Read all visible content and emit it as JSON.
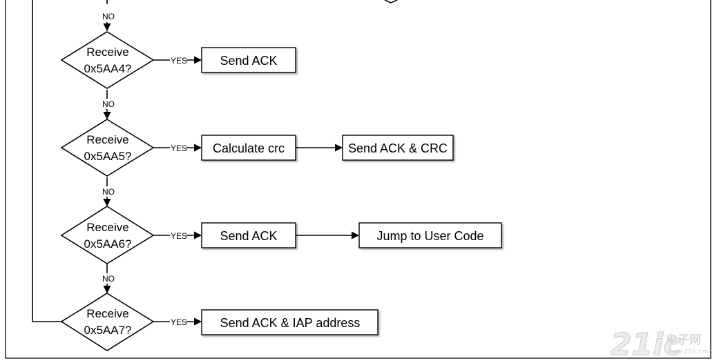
{
  "decisions": [
    {
      "line1": "Receive",
      "line2": "0x5AA4?"
    },
    {
      "line1": "Receive",
      "line2": "0x5AA5?"
    },
    {
      "line1": "Receive",
      "line2": "0x5AA6?"
    },
    {
      "line1": "Receive",
      "line2": "0x5AA7?"
    }
  ],
  "edge_labels": {
    "yes": "YES",
    "no": "NO"
  },
  "boxes": {
    "send_ack_1": "Send ACK",
    "calc_crc": "Calculate crc",
    "send_ack_crc": "Send ACK & CRC",
    "send_ack_3": "Send ACK",
    "jump_user_code": "Jump to User Code",
    "send_ack_iap": "Send ACK & IAP address"
  },
  "watermark": {
    "number": "21ic",
    "chinese": "电子网",
    "url": "www.21ic.com"
  }
}
